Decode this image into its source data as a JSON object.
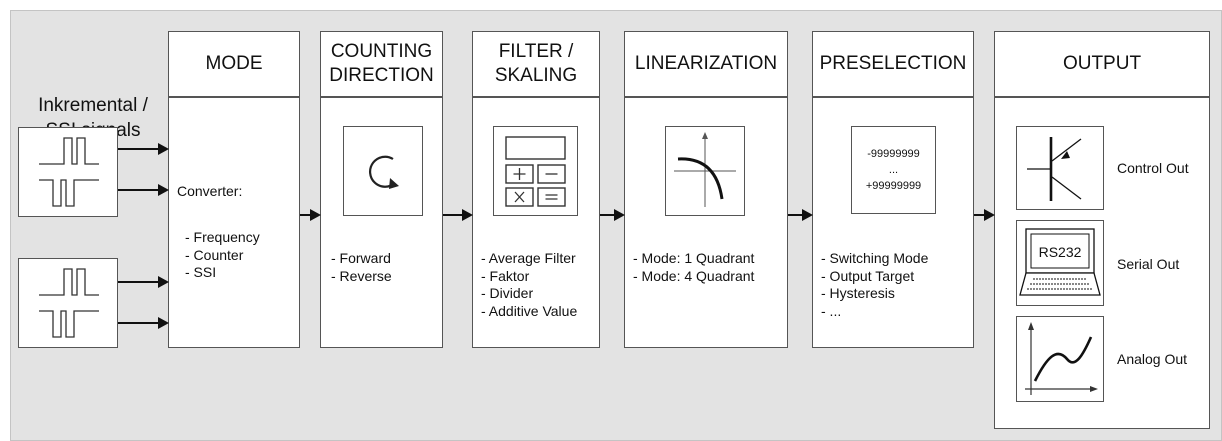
{
  "input": {
    "title": "Inkremental /\nSSI signals"
  },
  "columns": {
    "mode": {
      "header": "MODE",
      "converter_label": "Converter:",
      "items": "- Frequency\n- Counter\n- SSI"
    },
    "counting_direction": {
      "header": "COUNTING\nDIRECTION",
      "items": "- Forward\n- Reverse"
    },
    "filter_skaling": {
      "header": "FILTER /\nSKALING",
      "items": "- Average Filter\n- Faktor\n- Divider\n- Additive Value"
    },
    "linearization": {
      "header": "LINEARIZATION",
      "items": "- Mode: 1 Quadrant\n- Mode: 4 Quadrant"
    },
    "preselection": {
      "header": "PRESELECTION",
      "range_text": "-99999999\n...\n+99999999",
      "items": "- Switching Mode\n- Output Target\n- Hysteresis\n- ..."
    },
    "output": {
      "header": "OUTPUT",
      "control_out": "Control Out",
      "serial_out": "Serial Out",
      "serial_icon_text": "RS232",
      "analog_out": "Analog Out"
    }
  },
  "icons": {
    "signal": "square-wave-signal-icon",
    "direction": "circular-arrow-icon",
    "calculator": "calculator-icon",
    "linearization": "quadrant-curve-icon",
    "transistor": "transistor-icon",
    "computer": "computer-terminal-icon",
    "analog": "analog-curve-icon"
  },
  "colors": {
    "background": "#e3e3e3",
    "box": "#ffffff",
    "border": "#555555"
  }
}
